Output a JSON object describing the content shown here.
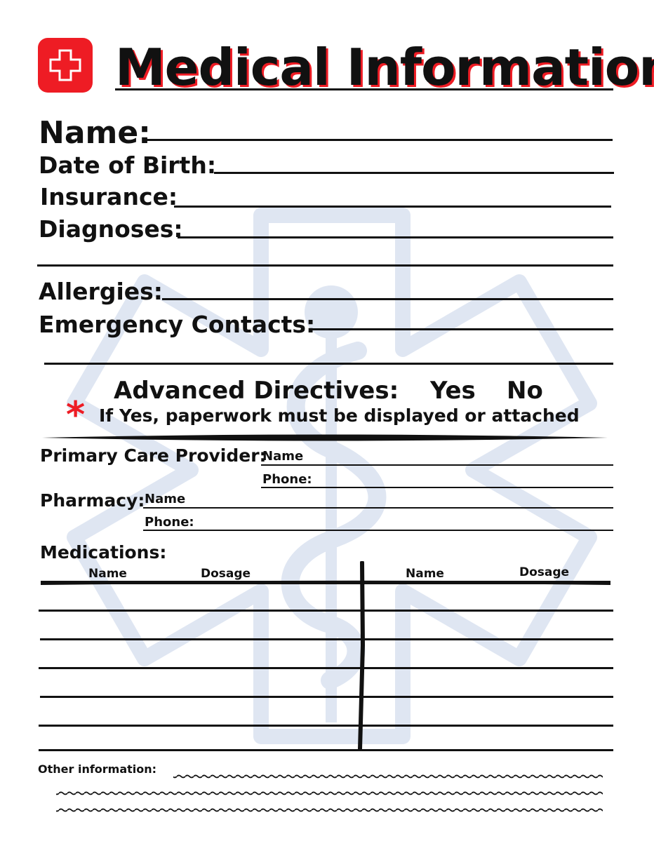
{
  "title": "Medical Information",
  "colors": {
    "accent": "#ee1c24",
    "watermark": "#dfe6f2"
  },
  "icons": {
    "logo": "red-cross-icon",
    "background": "star-of-life-icon"
  },
  "fields": {
    "name": "Name:",
    "dob": "Date of Birth:",
    "insurance": "Insurance:",
    "diagnoses": "Diagnoses:",
    "allergies": "Allergies:",
    "emergency": "Emergency Contacts:"
  },
  "directives": {
    "label": "Advanced Directives:",
    "yes": "Yes",
    "no": "No",
    "asterisk": "*",
    "note": "If Yes, paperwork must be displayed or attached"
  },
  "pcp": {
    "label": "Primary Care Provider:",
    "name": "Name",
    "phone": "Phone:"
  },
  "pharmacy": {
    "label": "Pharmacy:",
    "name": "Name",
    "phone": "Phone:"
  },
  "medications": {
    "label": "Medications:",
    "columns": [
      "Name",
      "Dosage",
      "Name",
      "Dosage"
    ]
  },
  "other": {
    "label": "Other information:"
  }
}
